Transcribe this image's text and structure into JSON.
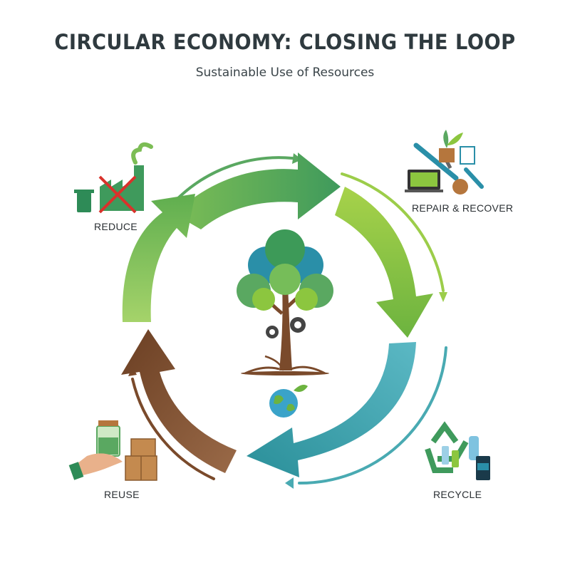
{
  "header": {
    "title": "CIRCULAR ECONOMY: CLOSING THE LOOP",
    "subtitle": "Sustainable Use of Resources"
  },
  "stages": [
    {
      "id": "reduce",
      "label": "REDUCE",
      "color": "#7cbd55",
      "icon": "factory-crossed-icon"
    },
    {
      "id": "repair",
      "label": "REPAIR & RECOVER",
      "color": "#8cc63f",
      "icon": "repair-tools-icon"
    },
    {
      "id": "recycle",
      "label": "RECYCLE",
      "color": "#2f9aa0",
      "icon": "recycle-icon"
    },
    {
      "id": "reuse",
      "label": "REUSE",
      "color": "#7a4a2b",
      "icon": "hand-jar-boxes-icon"
    }
  ],
  "colors": {
    "dark_green": "#2e8b57",
    "light_green": "#8cc63f",
    "teal": "#2f9aa0",
    "brown": "#7a4a2b"
  },
  "center": {
    "icon": "tree-with-gears-icon",
    "globe_icon": "globe-leaf-icon"
  }
}
